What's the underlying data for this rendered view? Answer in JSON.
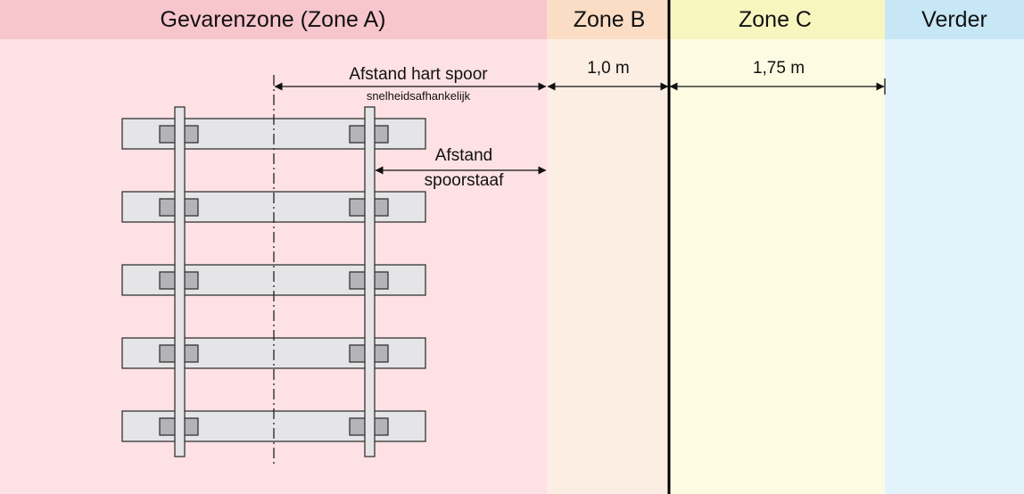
{
  "zones": [
    {
      "id": "a",
      "label": "Gevarenzone (Zone A)",
      "header_color": "#f7c5cc",
      "fill_color": "#fde1e4"
    },
    {
      "id": "b",
      "label": "Zone B",
      "header_color": "#fbdcc4",
      "fill_color": "#fdeee3"
    },
    {
      "id": "c",
      "label": "Zone C",
      "header_color": "#f8f6bf",
      "fill_color": "#fdfce2"
    },
    {
      "id": "verder",
      "label": "Verder",
      "header_color": "#c7e7f6",
      "fill_color": "#e2f3fb"
    }
  ],
  "dimensions": {
    "hart_spoor_label": "Afstand hart spoor",
    "hart_spoor_sublabel": "snelheidsafhankelijk",
    "spoorstaaf_label_line1": "Afstand",
    "spoorstaaf_label_line2": "spoorstaaf",
    "zone_b_width": "1,0 m",
    "zone_c_width": "1,75 m"
  },
  "track": {
    "sleeper_count": 5,
    "sleeper_color": "#e5e5e8",
    "plate_color": "#b4b4b8",
    "rail_color": "#e5e5e8"
  }
}
